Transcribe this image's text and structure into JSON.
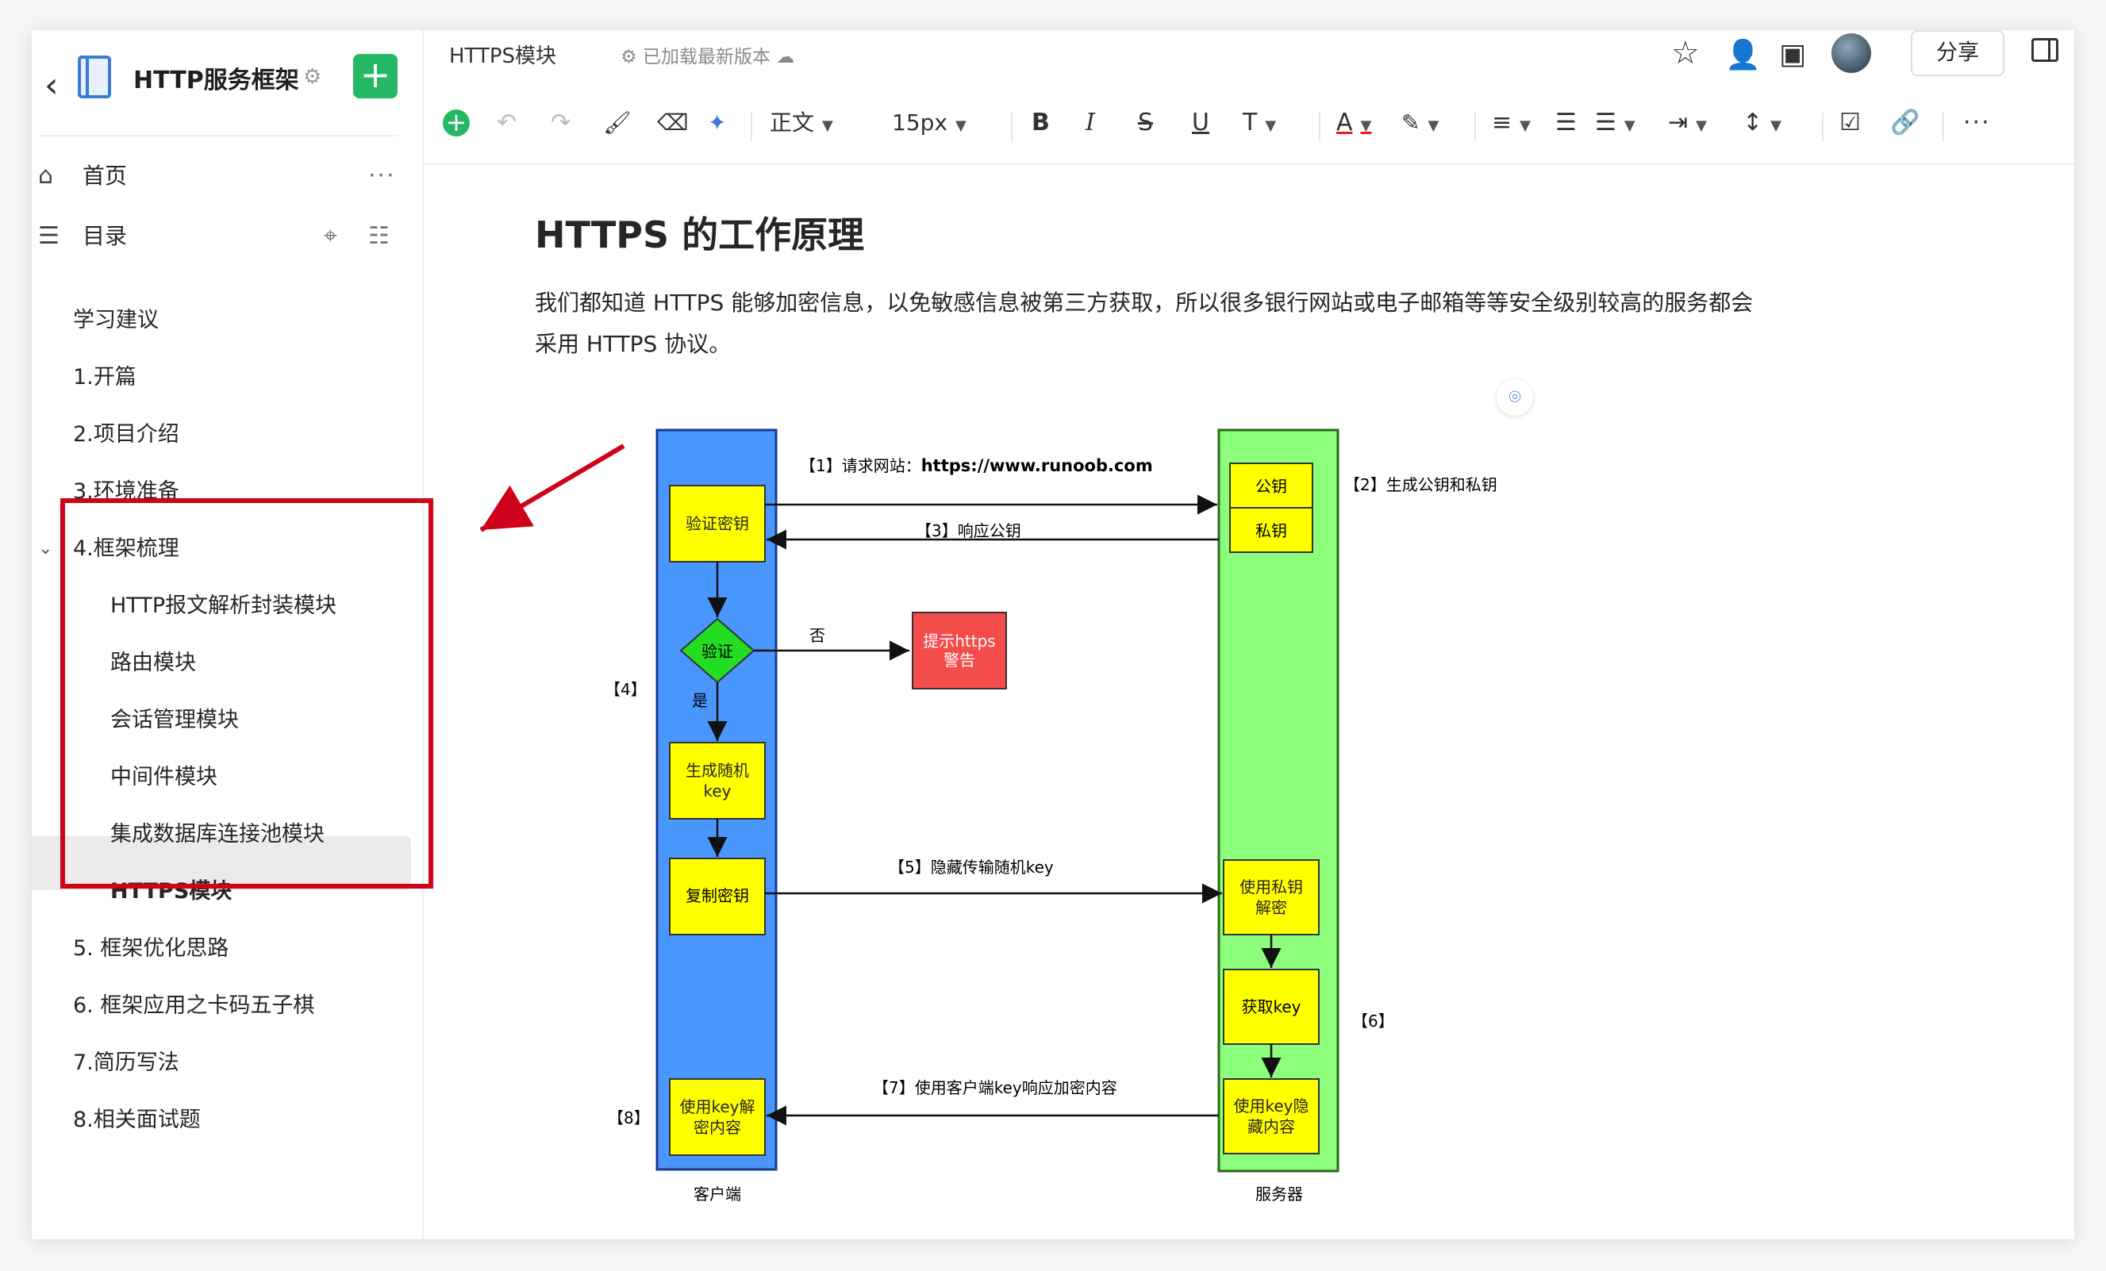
{
  "sidebar": {
    "kb_title": "HTTP服务框架",
    "home": "首页",
    "toc": "目录",
    "items": [
      {
        "label": "学习建议"
      },
      {
        "label": "1.开篇"
      },
      {
        "label": "2.项目介绍"
      },
      {
        "label": "3.环境准备"
      },
      {
        "label": "4.框架梳理"
      },
      {
        "label": "HTTP报文解析封装模块"
      },
      {
        "label": "路由模块"
      },
      {
        "label": "会话管理模块"
      },
      {
        "label": "中间件模块"
      },
      {
        "label": "集成数据库连接池模块"
      },
      {
        "label": "HTTPS模块"
      },
      {
        "label": "5. 框架优化思路"
      },
      {
        "label": "6. 框架应用之卡码五子棋"
      },
      {
        "label": "7.简历写法"
      },
      {
        "label": "8.相关面试题"
      }
    ]
  },
  "header": {
    "doc_tab": "HTTPS模块",
    "status": "已加载最新版本",
    "share": "分享"
  },
  "toolbar": {
    "style": "正文",
    "font_size": "15px"
  },
  "doc": {
    "heading": "HTTPS 的工作原理",
    "paragraph": "我们都知道 HTTPS 能够加密信息，以免敏感信息被第三方获取，所以很多银行网站或电子邮箱等等安全级别较高的服务都会采用 HTTPS 协议。"
  },
  "diagram": {
    "client_label": "客户端",
    "server_label": "服务器",
    "verify_key": "验证密钥",
    "verify": "验证",
    "no": "否",
    "yes": "是",
    "warn": "提示https警告",
    "gen_key": "生成随机key",
    "copy_key": "复制密钥",
    "use_key_decrypt": "使用key解密内容",
    "public_key": "公钥",
    "private_key": "私钥",
    "decrypt_private": "使用私钥解密",
    "get_key": "获取key",
    "use_key_hide": "使用key隐藏内容",
    "step1_prefix": "【1】请求网站：",
    "step1_url": "https://www.runoob.com",
    "step2": "【2】生成公钥和私钥",
    "step3": "【3】响应公钥",
    "step4": "【4】",
    "step5": "【5】隐藏传输随机key",
    "step6": "【6】",
    "step7": "【7】使用客户端key响应加密内容",
    "step8": "【8】"
  },
  "colors": {
    "accent_green": "#25b864",
    "client_blue": "#4a96ff",
    "server_green": "#8cfe7c",
    "box_yellow": "#ffff00",
    "warn_red": "#f44b4b",
    "annotation_red": "#d0021b"
  }
}
